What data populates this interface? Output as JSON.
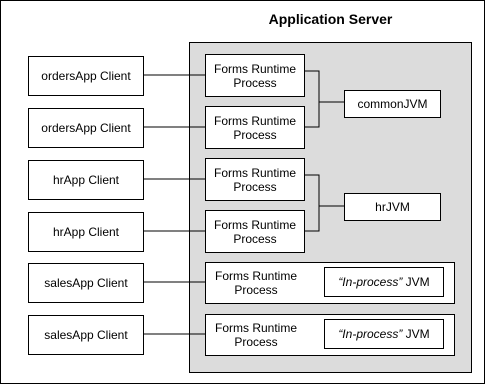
{
  "server": {
    "title": "Application Server"
  },
  "clients": [
    {
      "label": "ordersApp Client"
    },
    {
      "label": "ordersApp Client"
    },
    {
      "label": "hrApp Client"
    },
    {
      "label": "hrApp Client"
    },
    {
      "label": "salesApp Client"
    },
    {
      "label": "salesApp Client"
    }
  ],
  "processes": [
    {
      "line1": "Forms Runtime",
      "line2": "Process"
    },
    {
      "line1": "Forms Runtime",
      "line2": "Process"
    },
    {
      "line1": "Forms Runtime",
      "line2": "Process"
    },
    {
      "line1": "Forms Runtime",
      "line2": "Process"
    },
    {
      "line1": "Forms Runtime",
      "line2": "Process"
    },
    {
      "line1": "Forms Runtime",
      "line2": "Process"
    }
  ],
  "jvms": {
    "common": "commonJVM",
    "hr": "hrJVM",
    "inprocess": {
      "prefix": "“In-process”",
      "suffix": " JVM"
    }
  }
}
